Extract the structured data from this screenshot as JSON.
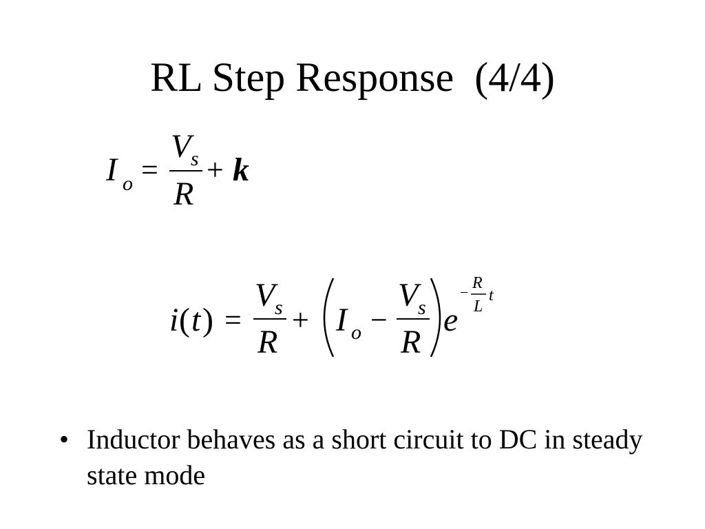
{
  "slide": {
    "title": "RL Step Response  (4/4)"
  },
  "equation1": {
    "lhs_symbol": "I",
    "lhs_subscript": "o",
    "equals": "=",
    "numerator": "V",
    "numerator_subscript": "s",
    "denominator": "R",
    "plus": "+",
    "constant": "k"
  },
  "equation2": {
    "lhs": "i",
    "lhs_open_paren": "(",
    "lhs_variable": "t",
    "lhs_close_paren": ")",
    "equals": "=",
    "frac1_numerator": "V",
    "frac1_numerator_subscript": "s",
    "frac1_denominator": "R",
    "plus": "+",
    "inner_symbol": "I",
    "inner_subscript": "o",
    "minus": "−",
    "frac2_numerator": "V",
    "frac2_numerator_subscript": "s",
    "frac2_denominator": "R",
    "exp_base": "e",
    "exp_sign": "−",
    "exp_numerator": "R",
    "exp_denominator": "L",
    "exp_variable": "t"
  },
  "bullets": [
    {
      "mark": "•",
      "text": "Inductor behaves as a short circuit to DC in steady state mode"
    }
  ]
}
